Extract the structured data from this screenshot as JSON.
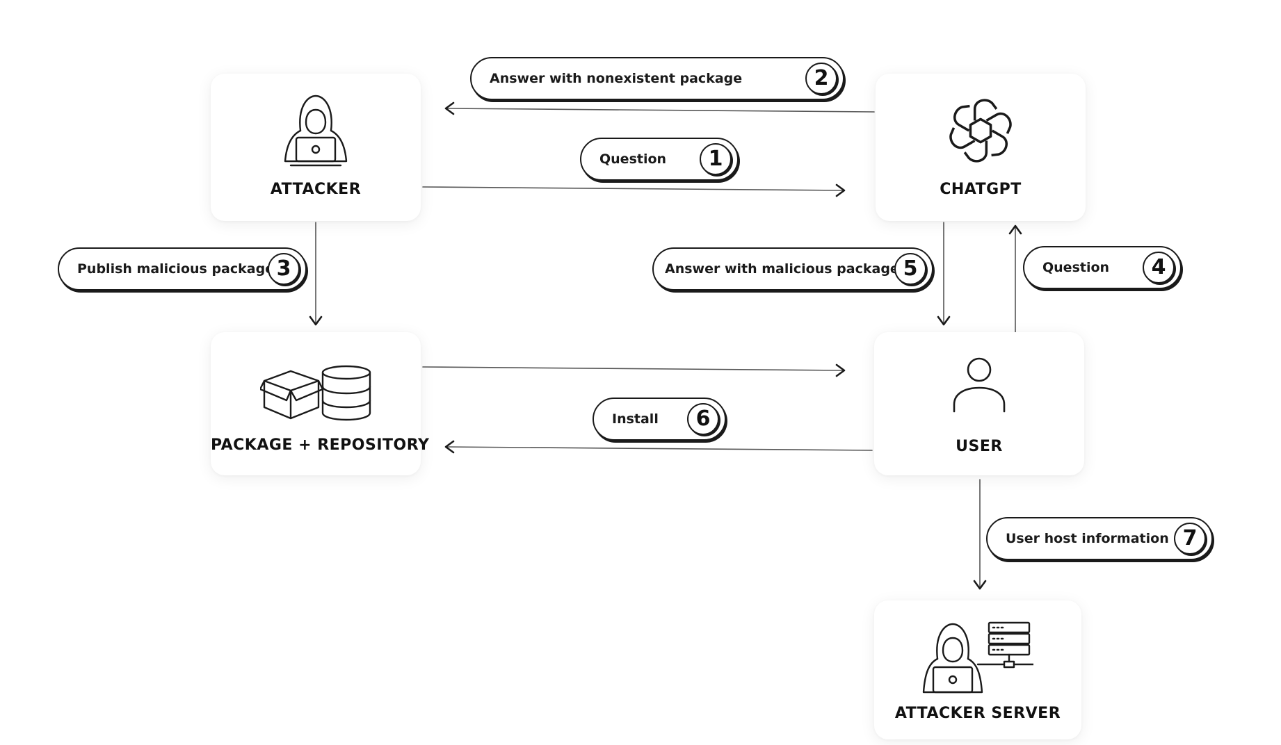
{
  "nodes": {
    "attacker": {
      "label": "ATTACKER",
      "icon": "hooded-hacker-laptop-icon"
    },
    "chatgpt": {
      "label": "CHATGPT",
      "icon": "openai-logo-icon"
    },
    "package_repository": {
      "label": "PACKAGE + REPOSITORY",
      "icon": "box-and-database-icon"
    },
    "user": {
      "label": "USER",
      "icon": "user-icon"
    },
    "attacker_server": {
      "label": "ATTACKER SERVER",
      "icon": "hacker-with-server-icon"
    }
  },
  "steps": [
    {
      "number": "1",
      "text": "Question",
      "from": "attacker",
      "to": "chatgpt"
    },
    {
      "number": "2",
      "text": "Answer with nonexistent package",
      "from": "chatgpt",
      "to": "attacker"
    },
    {
      "number": "3",
      "text": "Publish malicious package",
      "from": "attacker",
      "to": "package_repository"
    },
    {
      "number": "4",
      "text": "Question",
      "from": "user",
      "to": "chatgpt"
    },
    {
      "number": "5",
      "text": "Answer with malicious package",
      "from": "chatgpt",
      "to": "user"
    },
    {
      "number": "6",
      "text": "Install",
      "from": "user",
      "to": "package_repository"
    },
    {
      "number": "7",
      "text": "User host information",
      "from": "user",
      "to": "attacker_server"
    }
  ],
  "colors": {
    "line": "#1a1a1a",
    "card": "#ffffff",
    "background": "#ffffff"
  }
}
